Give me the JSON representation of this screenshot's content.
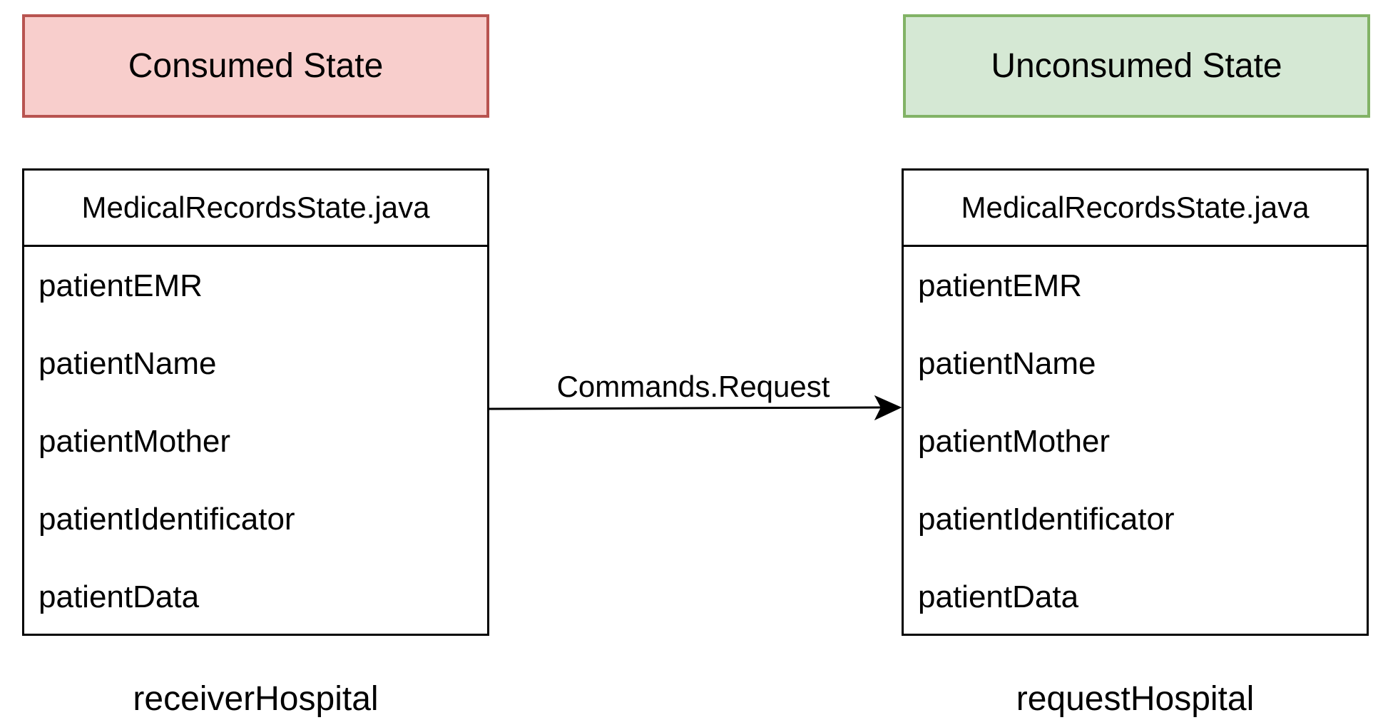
{
  "states": {
    "consumed": {
      "label": "Consumed State",
      "fill": "#f8cecc",
      "stroke": "#b85450"
    },
    "unconsumed": {
      "label": "Unconsumed State",
      "fill": "#d5e8d4",
      "stroke": "#82b366"
    }
  },
  "left_class": {
    "title": "MedicalRecordsState.java",
    "fields": [
      "patientEMR",
      "patientName",
      "patientMother",
      "patientIdentificator",
      "patientData"
    ],
    "node_label": "receiverHospital"
  },
  "right_class": {
    "title": "MedicalRecordsState.java",
    "fields": [
      "patientEMR",
      "patientName",
      "patientMother",
      "patientIdentificator",
      "patientData"
    ],
    "node_label": "requestHospital"
  },
  "edge": {
    "label": "Commands.Request"
  }
}
